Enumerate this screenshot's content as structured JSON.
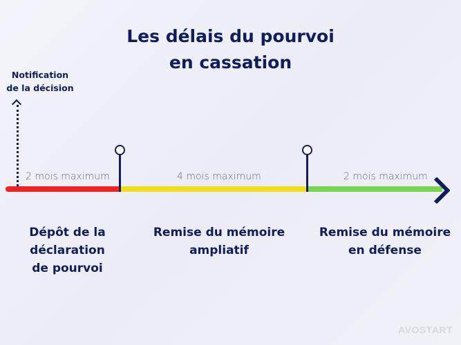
{
  "title": {
    "line1": "Les délais du pourvoi",
    "line2": "en cassation"
  },
  "start_event": {
    "line1": "Notification",
    "line2": "de la décision"
  },
  "durations": [
    {
      "label": "2 mois maximum",
      "color": "#ef2323"
    },
    {
      "label": "4 mois maximum",
      "color": "#efe01a"
    },
    {
      "label": "2 mois maximum",
      "color": "#7ad351"
    }
  ],
  "steps": [
    {
      "line1": "Dépôt de la",
      "line2": "déclaration",
      "line3": "de pourvoi"
    },
    {
      "line1": "Remise du mémoire",
      "line2": "ampliatif"
    },
    {
      "line1": "Remise du mémoire",
      "line2": "en défense"
    }
  ],
  "brand": "AVOSTART",
  "colors": {
    "primary": "#0f1d5c"
  }
}
